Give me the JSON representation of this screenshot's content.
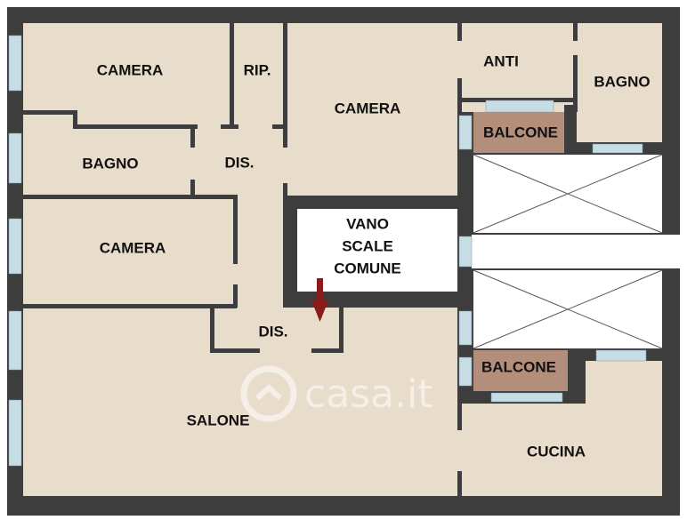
{
  "floorplan": {
    "rooms": {
      "camera_top_left": "CAMERA",
      "rip": "RIP.",
      "camera_top_center": "CAMERA",
      "anti": "ANTI",
      "bagno_top_right": "BAGNO",
      "balcone_top": "BALCONE",
      "bagno_left": "BAGNO",
      "dis_upper": "DIS.",
      "camera_mid_left": "CAMERA",
      "vano_line1": "VANO",
      "vano_line2": "SCALE",
      "vano_line3": "COMUNE",
      "dis_lower": "DIS.",
      "balcone_bottom": "BALCONE",
      "salone": "SALONE",
      "cucina": "CUCINA"
    },
    "watermark": "casa.it",
    "colors": {
      "floor": "#e8dccb",
      "wall": "#3d3d3d",
      "window": "#c7dde6",
      "balcony": "#b38e7b",
      "stair_void": "#ffffff",
      "entrance_arrow": "#8b1a1a"
    }
  }
}
